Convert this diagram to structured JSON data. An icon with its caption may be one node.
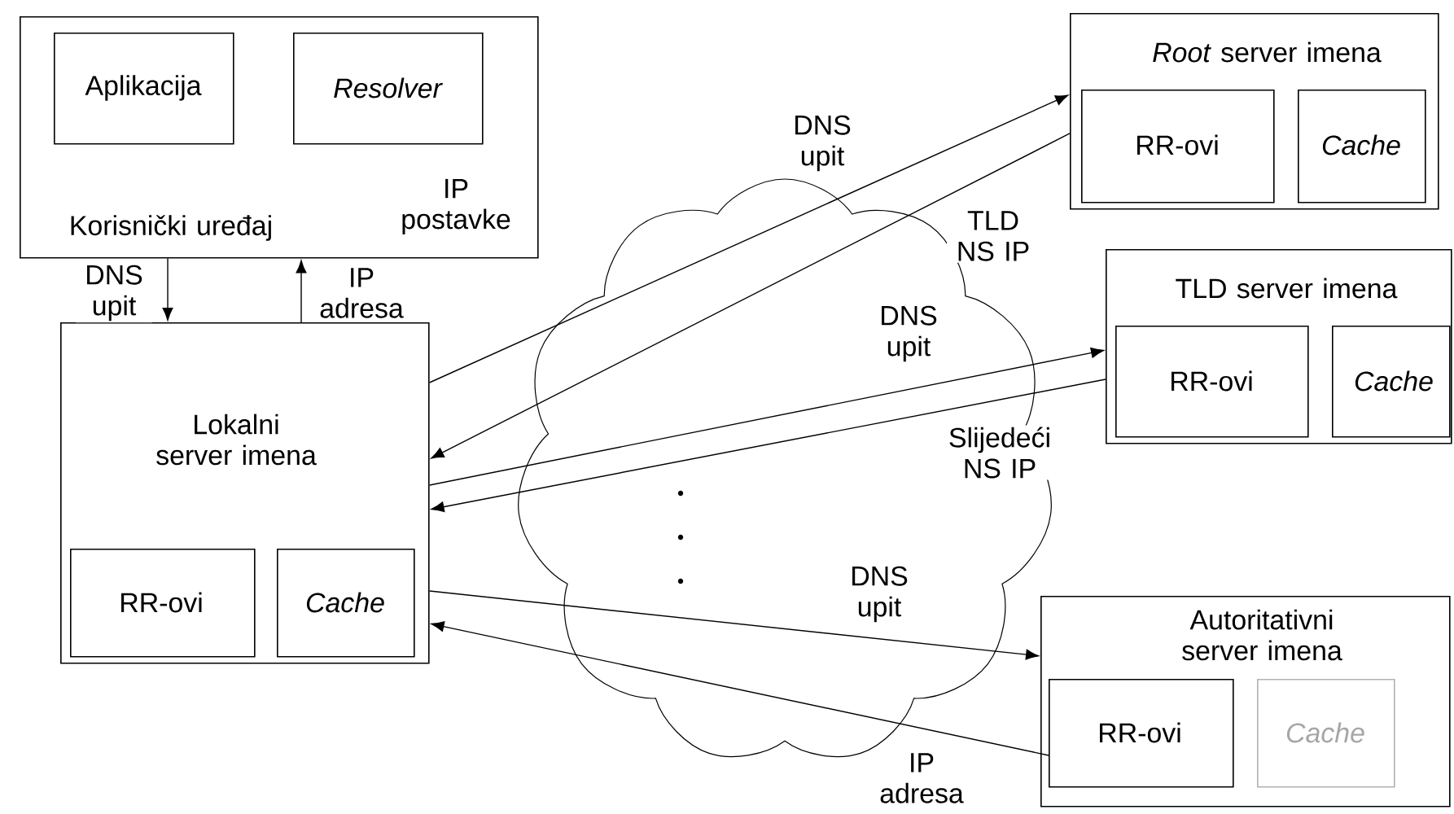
{
  "diagram": {
    "nodes": [
      {
        "text": [
          "Korisnički uređaj",
          "IP postavke"
        ]
      },
      {
        "text": [
          "Aplikacija"
        ],
        "in": 0
      },
      {
        "text": [
          "Resolver"
        ],
        "in": 0
      },
      {
        "text": [
          "Lokalni server imena"
        ]
      },
      {
        "text": [
          "RR-ovi"
        ],
        "in": 3
      },
      {
        "text": [
          "Cache"
        ],
        "in": 3
      },
      {
        "text": [
          "*Root* server imena"
        ]
      },
      {
        "text": [
          "RR-ovi"
        ],
        "in": 6
      },
      {
        "text": [
          "Cache"
        ],
        "in": 6
      },
      {
        "text": [
          "TLD server imena"
        ]
      },
      {
        "text": [
          "RR-ovi"
        ],
        "in": 9
      },
      {
        "text": [
          "Cache"
        ],
        "in": 9
      },
      {
        "text": [
          "Autoritativni server imena"
        ]
      },
      {
        "text": [
          "RR-ovi"
        ],
        "in": 12
      },
      {
        "text": [
          "Cache"
        ],
        "in": 12
      }
    ],
    "edges": [
      {
        "from": 0,
        "to": 3,
        "arrow": "to",
        "label": "DNS upit"
      },
      {
        "from": 3,
        "to": 0,
        "arrow": "to",
        "label": "IP adresa"
      },
      {
        "from": 3,
        "to": 6,
        "arrow": "to",
        "label": "DNS upit"
      },
      {
        "from": 6,
        "to": 3,
        "arrow": "to",
        "label": "TLD NS IP"
      },
      {
        "from": 3,
        "to": 9,
        "arrow": "to",
        "label": "DNS upit"
      },
      {
        "from": 9,
        "to": 3,
        "arrow": "to",
        "label": "Slijedeći NS IP"
      },
      {
        "from": 3,
        "to": 12,
        "arrow": "to",
        "label": "DNS upit"
      },
      {
        "from": 13,
        "to": 3,
        "arrow": "to",
        "label": "IP adresa"
      }
    ]
  }
}
